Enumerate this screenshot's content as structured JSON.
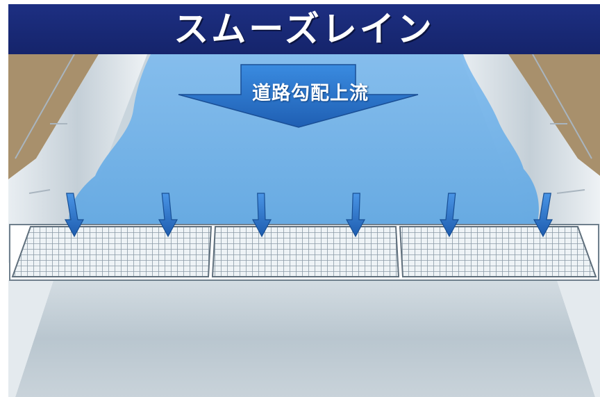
{
  "title": "スムーズレイン",
  "flow_label": "道路勾配上流",
  "colors": {
    "title_bar": "#1d2f82",
    "water": "#6fb0e6",
    "arrow": "#2f7ad0",
    "grating": "#b9c6d0"
  },
  "icons": {
    "main_flow": "down-arrow-icon",
    "drain_flow": "small-down-arrow-icon"
  },
  "drain_arrow_count": 6,
  "grating_panel_count": 3
}
